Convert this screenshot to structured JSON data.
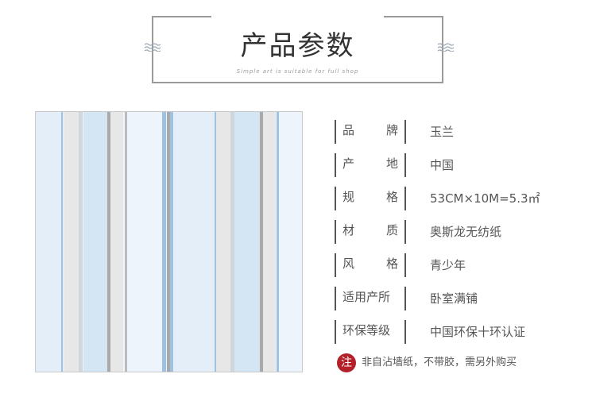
{
  "header": {
    "title": "产品参数",
    "subtitle": "Simple art is suitable for full shop"
  },
  "params": [
    {
      "label_a": "品",
      "label_b": "牌",
      "value": "玉兰"
    },
    {
      "label_a": "产",
      "label_b": "地",
      "value": "中国"
    },
    {
      "label_a": "规",
      "label_b": "格",
      "value": "53CM×10M=5.3㎡"
    },
    {
      "label_a": "材",
      "label_b": "质",
      "value": "奥斯龙无纺纸"
    },
    {
      "label_a": "风",
      "label_b": "格",
      "value": "青少年"
    },
    {
      "label_full": "适用产所",
      "value": "卧室满铺"
    },
    {
      "label_full": "环保等级",
      "value": "中国环保十环认证"
    }
  ],
  "note": {
    "badge": "注",
    "text": "非自沾墙纸，不带胶，需另外购买"
  },
  "colors": {
    "accent_red": "#b4202a",
    "frame_gray": "#9a9a9a",
    "stripe_light_blue": "#dceaf6",
    "stripe_pale": "#edf4fb",
    "stripe_gray": "#e6e7e6",
    "stripe_line_blue": "#9fc2e0",
    "stripe_line_gray": "#a9a9a9"
  }
}
